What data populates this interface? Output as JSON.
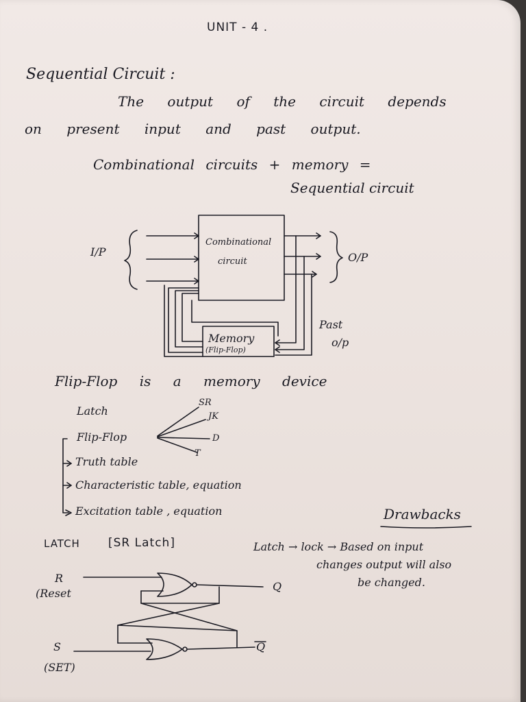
{
  "header": {
    "unit": "UNIT - 4 ."
  },
  "section": {
    "heading": "Sequential Circuit :",
    "def_line1": "The output of the circuit depends",
    "def_line2": "on present input and past output.",
    "formula_line1": "Combinational circuits + memory =",
    "formula_line2": "Sequential circuit"
  },
  "block_diagram": {
    "input_label": "I/P",
    "combinational_line1": "Combinational",
    "combinational_line2": "circuit",
    "output_label": "O/P",
    "memory_line1": "Memory",
    "memory_line2": "(Flip-Flop)",
    "past_line1": "Past",
    "past_line2": "o/p"
  },
  "flipflop_note": "Flip-Flop is a memory device",
  "topics": {
    "latch": "Latch",
    "flipflop": "Flip-Flop",
    "types": [
      "SR",
      "JK",
      "D",
      "T"
    ],
    "truth_table": "Truth table",
    "characteristic": "Characteristic table, equation",
    "excitation": "Excitation table , equation"
  },
  "drawbacks": {
    "title": "Drawbacks",
    "line1": "Latch → lock → Based on input",
    "line2": "changes output will also",
    "line3": "be changed."
  },
  "latch": {
    "title": "LATCH",
    "subtitle": "[SR Latch]",
    "r": "R",
    "reset": "(Reset",
    "s": "S",
    "set": "(SET)",
    "q": "Q",
    "qbar": "Q"
  }
}
